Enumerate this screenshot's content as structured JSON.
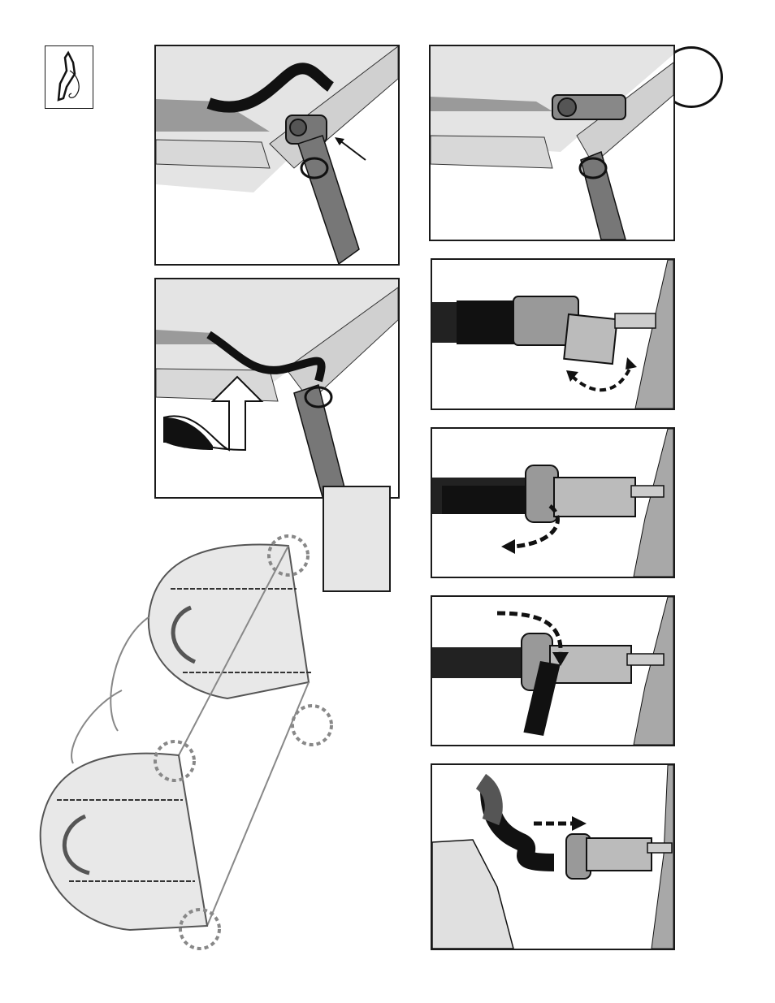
{
  "page": {
    "type": "assembly-instructions",
    "step_number": "",
    "note_text": ""
  },
  "colors": {
    "frame": "#1a1a1a",
    "cover": "#dcdcdc",
    "pipe": "#cfcfcf",
    "strap": "#111111",
    "arrow": "#111111",
    "callout": "#888888",
    "pole": "#a8a8a8"
  },
  "icons": {
    "tool": "wrench-hand-icon",
    "arrow_up": "curved-up-arrow-icon",
    "arrow_bidirectional": "double-arrow-icon",
    "arrow_left": "curved-left-arrow-icon",
    "arrow_down": "curved-down-arrow-icon",
    "arrow_right": "right-arrow-icon",
    "callout": "dashed-circle-callout-icon"
  },
  "panels": [
    {
      "id": "A",
      "content": "ratchet-strap-attached-to-frame"
    },
    {
      "id": "B",
      "content": "ratchet-tightened-on-frame"
    },
    {
      "id": "C",
      "content": "strap-fold-under-pipe"
    },
    {
      "id": "D",
      "content": "ratchet-open-close"
    },
    {
      "id": "E",
      "content": "ratchet-release-strap"
    },
    {
      "id": "F",
      "content": "ratchet-feed-strap"
    },
    {
      "id": "G",
      "content": "strap-pull-through-ratchet"
    }
  ]
}
